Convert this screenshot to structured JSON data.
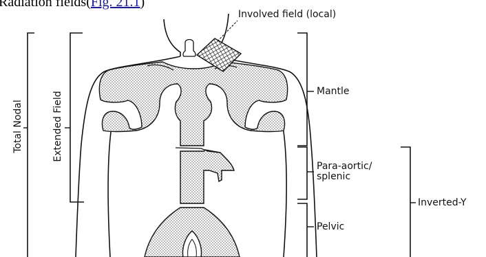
{
  "caption": {
    "prefix": "Radiation fields(",
    "link": "Fig. 21.1",
    "suffix": ")"
  },
  "labels": {
    "involved_field": "Involved field (local)",
    "mantle": "Mantle",
    "para_aortic_line1": "Para-aortic/",
    "para_aortic_line2": "splenic",
    "inverted_y": "Inverted-Y",
    "pelvic": "Pelvic",
    "total_nodal": "Total Nodal",
    "extended_field": "Extended Field"
  },
  "colors": {
    "line": "#111111",
    "stipple": "#555555",
    "link": "#1a1aa6"
  }
}
